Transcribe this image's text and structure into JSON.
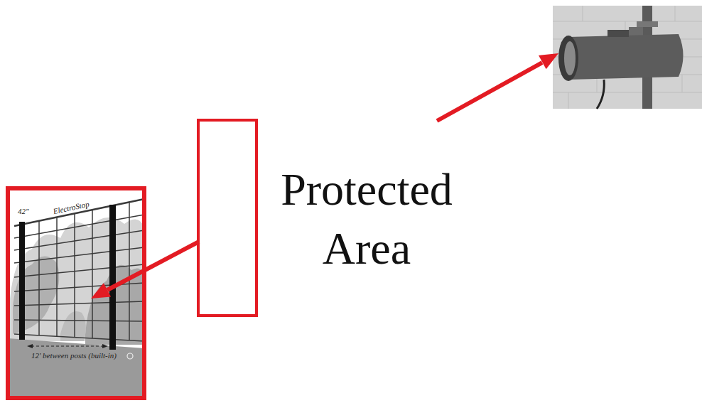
{
  "diagram": {
    "nodes": [
      {
        "text": [
          "42\"",
          "ElectroStop",
          "12' between posts (built-in)"
        ]
      }
    ],
    "labels": [
      "Protected Area"
    ]
  }
}
